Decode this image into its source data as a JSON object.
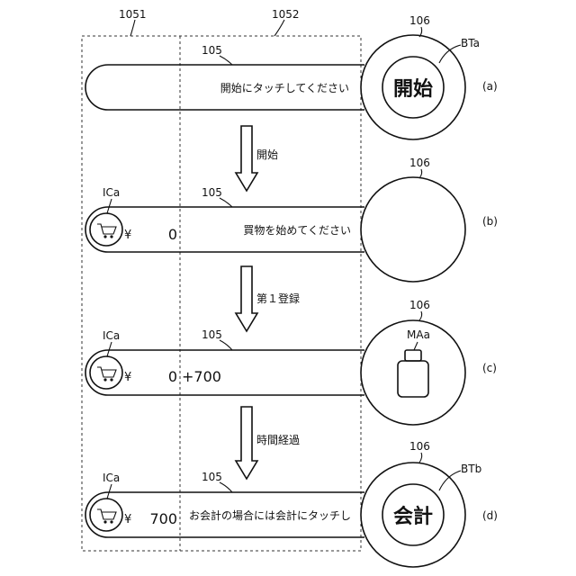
{
  "labels": {
    "region_1051": "1051",
    "region_1052": "1052",
    "display_105": "105",
    "circle_106": "106"
  },
  "step_a": {
    "message": "開始にタッチしてください",
    "button_text": "開始",
    "button_ref": "BTa",
    "tag": "(a)"
  },
  "transitions": {
    "a_to_b": "開始",
    "b_to_c": "第１登録",
    "c_to_d": "時間経過"
  },
  "step_b": {
    "icon_ref": "ICa",
    "yen": "¥",
    "amount": "0",
    "message": "買物を始めてください",
    "tag": "(b)"
  },
  "step_c": {
    "icon_ref": "ICa",
    "yen": "¥",
    "amount": "0",
    "added": "+700",
    "image_ref": "MAa",
    "tag": "(c)"
  },
  "step_d": {
    "icon_ref": "ICa",
    "yen": "¥",
    "amount": "700",
    "message": "お会計の場合には会計にタッチし",
    "button_text": "会計",
    "button_ref": "BTb",
    "tag": "(d)"
  },
  "icons": {
    "cart": "cart-icon",
    "bottle": "bottle-icon"
  }
}
